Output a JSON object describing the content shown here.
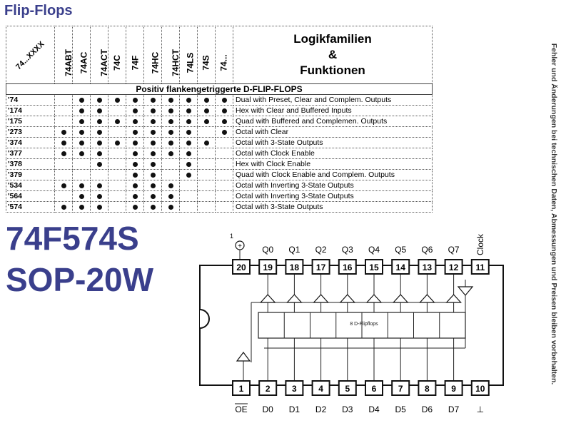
{
  "title": "Flip-Flops",
  "side_note": "Fehler und Änderungen bei technischen Daten, Abmessungen und Preisen bleiben vorbehalten.",
  "table": {
    "corner": "74...XXXX",
    "families": [
      "74ABT",
      "74AC",
      "74ACT",
      "74C",
      "74F",
      "74HC",
      "74HCT",
      "74LS",
      "74S",
      "74..."
    ],
    "func_lines": [
      "Logikfamilien",
      "&",
      "Funktionen"
    ],
    "section": "Positiv flankengetriggerte D-FLIP-FLOPS",
    "rows": [
      {
        "type": "'74",
        "marks": [
          0,
          1,
          1,
          1,
          1,
          1,
          1,
          1,
          1,
          1
        ],
        "desc": "Dual with Preset, Clear and Complem. Outputs"
      },
      {
        "type": "'174",
        "marks": [
          0,
          1,
          1,
          0,
          1,
          1,
          1,
          1,
          1,
          1
        ],
        "desc": "Hex with Clear and Buffered Inputs"
      },
      {
        "type": "'175",
        "marks": [
          0,
          1,
          1,
          1,
          1,
          1,
          1,
          1,
          1,
          1
        ],
        "desc": "Quad with Buffered and Complemen. Outputs"
      },
      {
        "type": "'273",
        "marks": [
          1,
          1,
          1,
          0,
          1,
          1,
          1,
          1,
          0,
          1
        ],
        "desc": "Octal with Clear"
      },
      {
        "type": "'374",
        "marks": [
          1,
          1,
          1,
          1,
          1,
          1,
          1,
          1,
          1,
          0
        ],
        "desc": "Octal with 3-State Outputs"
      },
      {
        "type": "'377",
        "marks": [
          1,
          1,
          1,
          0,
          1,
          1,
          1,
          1,
          0,
          0
        ],
        "desc": "Octal with Clock Enable"
      },
      {
        "type": "'378",
        "marks": [
          0,
          0,
          1,
          0,
          1,
          1,
          0,
          1,
          0,
          0
        ],
        "desc": "Hex with Clock Enable"
      },
      {
        "type": "'379",
        "marks": [
          0,
          0,
          0,
          0,
          1,
          1,
          0,
          1,
          0,
          0
        ],
        "desc": "Quad with Clock Enable and Complem. Outputs"
      },
      {
        "type": "'534",
        "marks": [
          1,
          1,
          1,
          0,
          1,
          1,
          1,
          0,
          0,
          0
        ],
        "desc": "Octal with Inverting 3-State Outputs"
      },
      {
        "type": "'564",
        "marks": [
          0,
          1,
          1,
          0,
          1,
          1,
          1,
          0,
          0,
          0
        ],
        "desc": "Octal with Inverting 3-State Outputs"
      },
      {
        "type": "'574",
        "marks": [
          1,
          1,
          1,
          0,
          1,
          1,
          1,
          0,
          0,
          0
        ],
        "desc": "Octal with 3-State Outputs"
      }
    ]
  },
  "part_number": "74F574S",
  "package": "SOP-20W",
  "ic": {
    "vcc_mark": "+",
    "pin1_mark": "1",
    "top_labels": [
      "Q0",
      "Q1",
      "Q2",
      "Q3",
      "Q4",
      "Q5",
      "Q6",
      "Q7",
      "Clock"
    ],
    "top_pins": [
      "20",
      "19",
      "18",
      "17",
      "16",
      "15",
      "14",
      "13",
      "12",
      "11"
    ],
    "bottom_pins": [
      "1",
      "2",
      "3",
      "4",
      "5",
      "6",
      "7",
      "8",
      "9",
      "10"
    ],
    "bottom_labels": [
      "OE",
      "D0",
      "D1",
      "D2",
      "D3",
      "D4",
      "D5",
      "D6",
      "D7",
      "⊥"
    ],
    "block_label": "8 D-Flipflops"
  }
}
